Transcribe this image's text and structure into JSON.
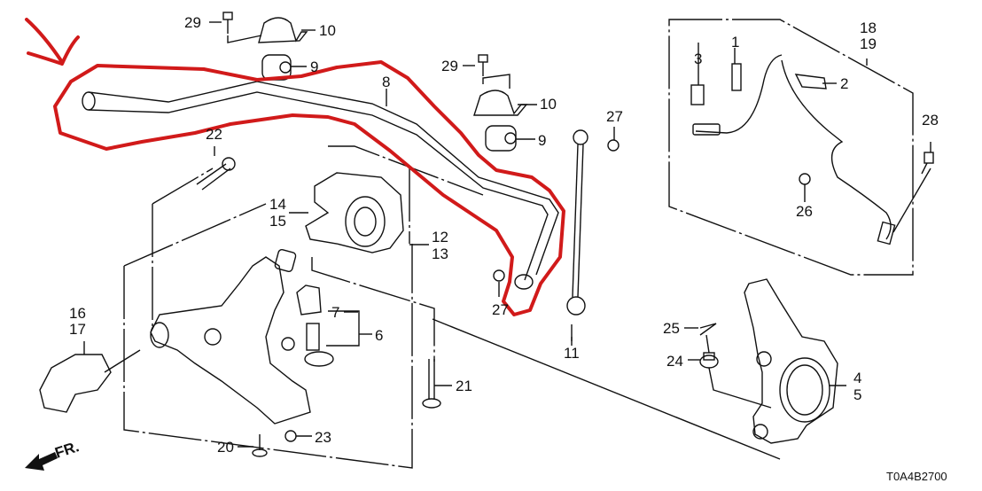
{
  "title": "Front suspension parts diagram",
  "diagram_code": "T0A4B2700",
  "direction_indicator": "FR.",
  "annotation": {
    "type": "hand-drawn outline",
    "color": "#d11a1a",
    "highlights_part": "8"
  },
  "callouts": [
    {
      "id": "c29a",
      "label": "29"
    },
    {
      "id": "c10a",
      "label": "10"
    },
    {
      "id": "c9a",
      "label": "9"
    },
    {
      "id": "c8",
      "label": "8"
    },
    {
      "id": "c29b",
      "label": "29"
    },
    {
      "id": "c10b",
      "label": "10"
    },
    {
      "id": "c9b",
      "label": "9"
    },
    {
      "id": "c27a",
      "label": "27"
    },
    {
      "id": "c22",
      "label": "22"
    },
    {
      "id": "c14",
      "label": "14"
    },
    {
      "id": "c15",
      "label": "15"
    },
    {
      "id": "c12",
      "label": "12"
    },
    {
      "id": "c13",
      "label": "13"
    },
    {
      "id": "c27b",
      "label": "27"
    },
    {
      "id": "c16",
      "label": "16"
    },
    {
      "id": "c17",
      "label": "17"
    },
    {
      "id": "c7",
      "label": "7"
    },
    {
      "id": "c6",
      "label": "6"
    },
    {
      "id": "c11",
      "label": "11"
    },
    {
      "id": "c21",
      "label": "21"
    },
    {
      "id": "c20",
      "label": "20"
    },
    {
      "id": "c23",
      "label": "23"
    },
    {
      "id": "c3",
      "label": "3"
    },
    {
      "id": "c1",
      "label": "1"
    },
    {
      "id": "c2",
      "label": "2"
    },
    {
      "id": "c18",
      "label": "18"
    },
    {
      "id": "c19",
      "label": "19"
    },
    {
      "id": "c28",
      "label": "28"
    },
    {
      "id": "c26",
      "label": "26"
    },
    {
      "id": "c25",
      "label": "25"
    },
    {
      "id": "c24",
      "label": "24"
    },
    {
      "id": "c4",
      "label": "4"
    },
    {
      "id": "c5",
      "label": "5"
    }
  ]
}
